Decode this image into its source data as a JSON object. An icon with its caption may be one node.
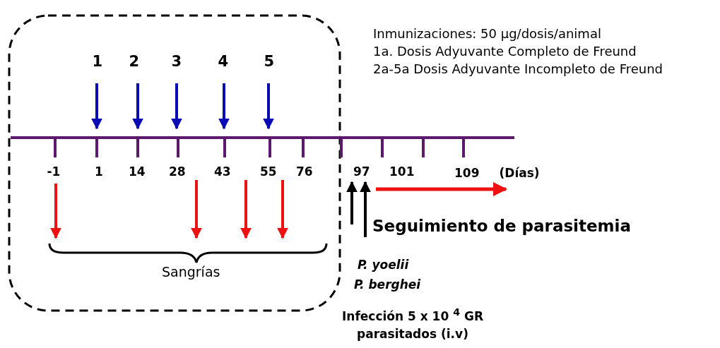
{
  "diagram": {
    "labels": [
      "Inmunizaciones: 50 μg/dosis/animal",
      "1a. Dosis Adyuvante Completo de Freund",
      "1",
      "2",
      "3",
      "4",
      "5",
      "2a-5a Dosis Adyuvante Incompleto de Freund",
      "-1",
      "1",
      "14",
      "28",
      "43",
      "55",
      "76",
      "97",
      "101",
      "109",
      "(Días)",
      "Seguimiento de parasitemia",
      "Sangrías",
      "P. yoelii",
      "P. berghei",
      "Infección 5 x 10 $^{4}$ GR parasitados (i.v)"
    ]
  }
}
